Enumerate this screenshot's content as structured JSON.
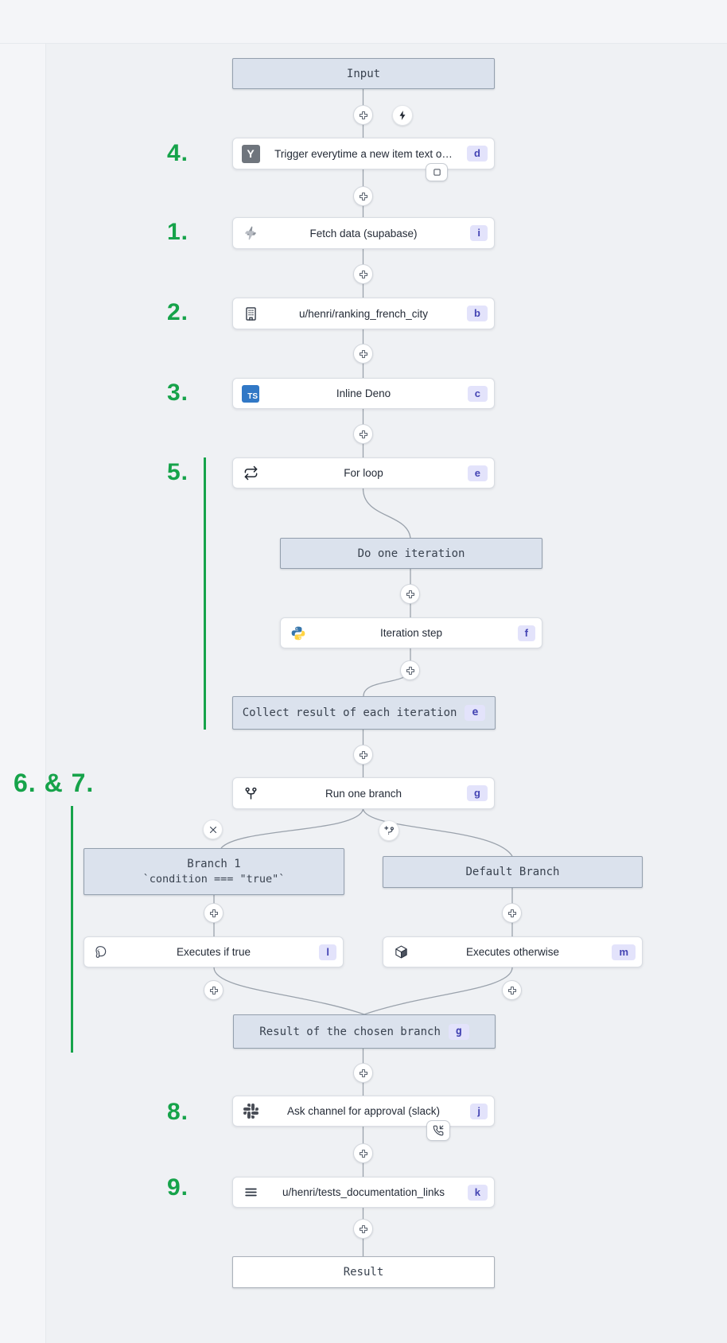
{
  "colors": {
    "annotation_green": "#16a34a",
    "badge_bg": "#e3e3fb",
    "badge_text": "#4444b3",
    "canvas_bg": "#eff1f4",
    "vbox_bg": "#dbe2ed",
    "vbox_border": "#939fad",
    "node_bg": "#ffffff",
    "node_border": "#d9dde3",
    "edge_color": "#9aa2ac",
    "ts_icon_blue": "#3178c6",
    "python_blue": "#3776ab",
    "python_yellow": "#ffd343"
  },
  "annotations": {
    "step4": "4.",
    "step1": "1.",
    "step2": "2.",
    "step3": "3.",
    "step5": "5.",
    "steps6_7": "6. & 7.",
    "step8": "8.",
    "step9": "9."
  },
  "nodes": {
    "input": {
      "label": "Input"
    },
    "trigger": {
      "label": "Trigger everytime a new item text o…",
      "badge": "d",
      "icon": "hackernews-icon"
    },
    "fetch_data": {
      "label": "Fetch data (supabase)",
      "badge": "i",
      "icon": "supabase-icon"
    },
    "ranking_city": {
      "label": "u/henri/ranking_french_city",
      "badge": "b",
      "icon": "building-icon"
    },
    "inline_deno": {
      "label": "Inline Deno",
      "badge": "c",
      "icon": "typescript-icon",
      "icon_text": "TS"
    },
    "for_loop": {
      "label": "For loop",
      "badge": "e",
      "icon": "repeat-icon"
    },
    "do_one_iteration": {
      "label": "Do one iteration"
    },
    "iteration_step": {
      "label": "Iteration step",
      "badge": "f",
      "icon": "python-icon"
    },
    "collect_result": {
      "label": "Collect result of each iteration",
      "badge": "e"
    },
    "run_one_branch": {
      "label": "Run one branch",
      "badge": "g",
      "icon": "branch-icon"
    },
    "branch1": {
      "title": "Branch 1",
      "subtitle": "`condition === \"true\"`"
    },
    "default_branch": {
      "label": "Default Branch"
    },
    "executes_if_true": {
      "label": "Executes if true",
      "badge": "l",
      "icon": "postgresql-icon"
    },
    "executes_otherwise": {
      "label": "Executes otherwise",
      "badge": "m",
      "icon": "cube-icon"
    },
    "result_chosen_branch": {
      "label": "Result of the chosen branch",
      "badge": "g"
    },
    "ask_approval": {
      "label": "Ask channel for approval (slack)",
      "badge": "j",
      "icon": "slack-icon"
    },
    "docs_links": {
      "label": "u/henri/tests_documentation_links",
      "badge": "k",
      "icon": "menu-lines-icon"
    },
    "result": {
      "label": "Result"
    },
    "hn_icon_letter": "Y"
  }
}
